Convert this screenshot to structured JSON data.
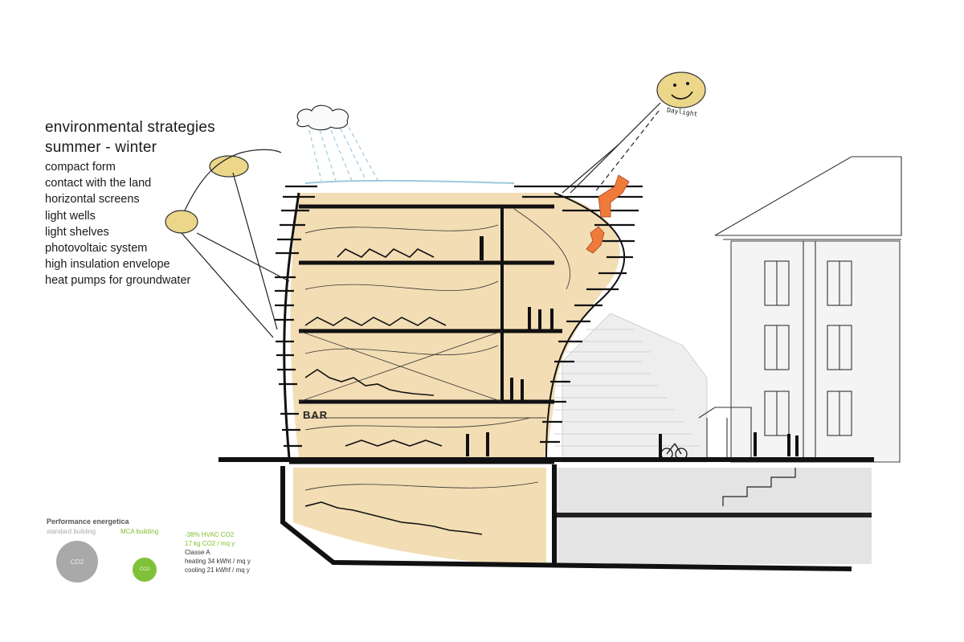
{
  "strategies": {
    "heading1": "environmental strategies",
    "heading2": "summer - winter",
    "items": [
      "compact form",
      "contact with the land",
      "horizontal screens",
      "light wells",
      "light shelves",
      "photovoltaic system",
      "high insulation envelope",
      "heat pumps for groundwater"
    ]
  },
  "annotations": {
    "daylight": "Daylight",
    "bar": "BAR"
  },
  "performance": {
    "title": "Performance energetica",
    "standard_label": "standard building",
    "mca_label": "MCA building",
    "co2_symbol": "CO2",
    "stat_line1": "-38% HVAC CO2",
    "stat_line2": "17 kg CO2 / mq y",
    "stat_line3": "Classe A",
    "stat_line4": "heating 34 kWht / mq y",
    "stat_line5": "cooling 21 kWhf / mq y"
  },
  "colors": {
    "interior_fill": "#f3ddb4",
    "accent_green": "#7fbf2a",
    "sun_yellow": "#ecd68a",
    "arrow_orange": "#f07a3a",
    "rain_blue": "#9cc9dd",
    "neighbor_grey": "#e2e2e2"
  }
}
